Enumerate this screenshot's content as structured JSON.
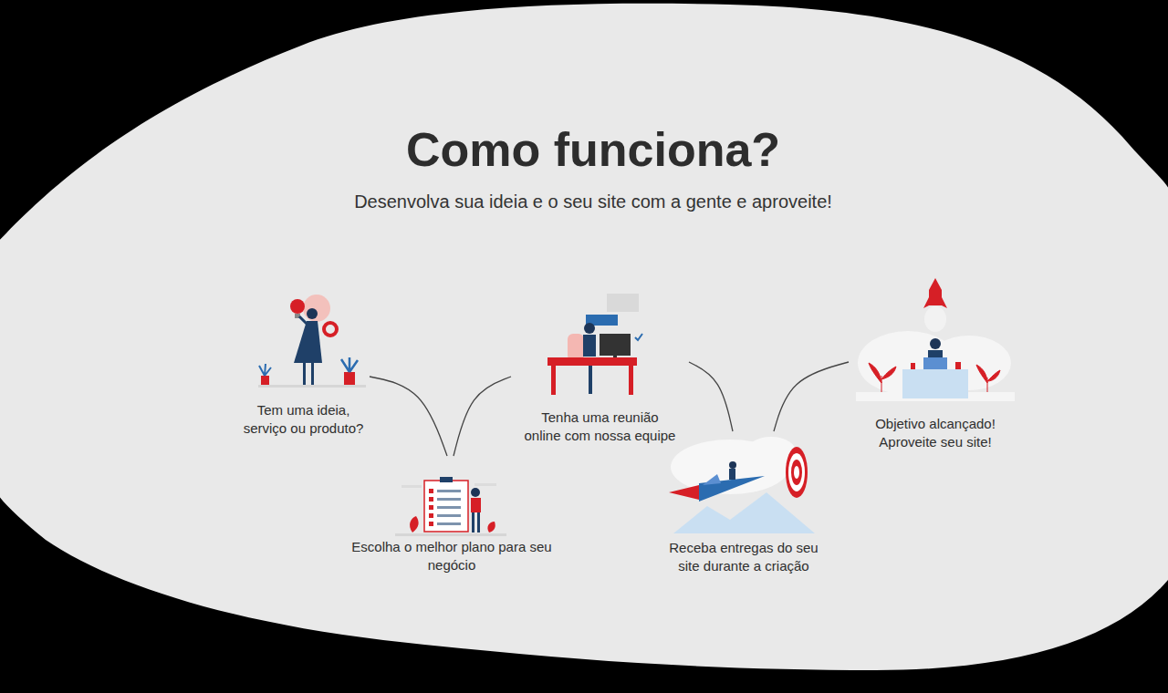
{
  "diagram": {
    "title": "Como funciona?",
    "nodes": [
      {
        "text": [
          "Tem uma ideia, serviço ou produto?"
        ]
      },
      {
        "text": [
          "Escolha o melhor plano para seu negócio"
        ]
      },
      {
        "text": [
          "Tenha uma reunião online com nossa equipe"
        ]
      },
      {
        "text": [
          "Receba entregas do seu site durante a criação"
        ]
      },
      {
        "text": [
          "Objetivo alcançado! Aproveite seu site!"
        ]
      }
    ],
    "edges": [
      {
        "from": 0,
        "to": 1,
        "arrow": "none"
      },
      {
        "from": 1,
        "to": 2,
        "arrow": "none"
      },
      {
        "from": 2,
        "to": 3,
        "arrow": "none"
      },
      {
        "from": 3,
        "to": 4,
        "arrow": "none"
      }
    ],
    "labels": [
      "Desenvolva sua ideia e o seu site com a gente e aproveite!"
    ]
  }
}
